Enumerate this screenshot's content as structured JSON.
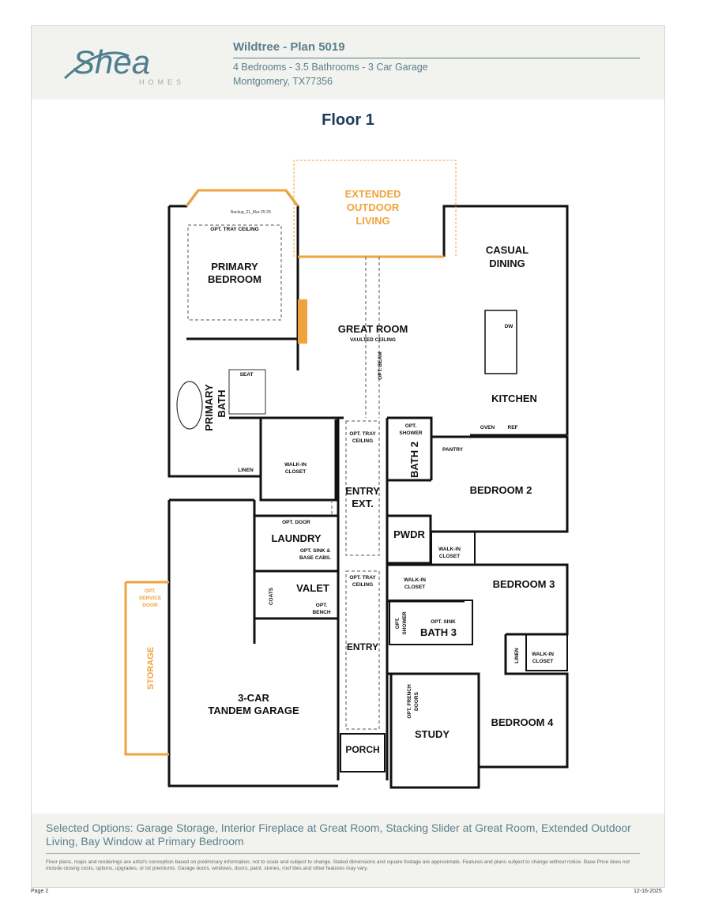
{
  "header": {
    "logo_text": "Shea",
    "logo_sub": "HOMES",
    "plan_name": "Wildtree - Plan 5019",
    "specs": "4 Bedrooms - 3.5 Bathrooms - 3 Car Garage",
    "location": "Montgomery, TX77356"
  },
  "floor_title": "Floor 1",
  "rooms": {
    "extended_outdoor": [
      "EXTENDED",
      "OUTDOOR",
      "LIVING"
    ],
    "casual_dining": [
      "CASUAL",
      "DINING"
    ],
    "primary_bedroom": [
      "PRIMARY",
      "BEDROOM"
    ],
    "opt_tray_ceiling_primary": "OPT. TRAY CEILING",
    "backup_note": "Backup_21_Mar-25-25",
    "great_room": "GREAT ROOM",
    "vaulted_ceiling": "VAULTED CEILING",
    "opt_beam": "OPT. BEAM",
    "dw": "DW",
    "kitchen": "KITCHEN",
    "seat": "SEAT",
    "primary_bath": [
      "PRIMARY",
      "BATH"
    ],
    "oven": "OVEN",
    "ref": "REF",
    "pantry": "PANTRY",
    "opt_tray_ceiling_entry_ext": [
      "OPT. TRAY",
      "CEILING"
    ],
    "opt_shower_bath2": [
      "OPT.",
      "SHOWER"
    ],
    "bath2": "BATH 2",
    "linen_primary": "LINEN",
    "walkin_closet_primary": [
      "WALK-IN",
      "CLOSET"
    ],
    "entry_ext": [
      "ENTRY",
      "EXT."
    ],
    "bedroom2": "BEDROOM 2",
    "opt_door": "OPT. DOOR",
    "laundry": "LAUNDRY",
    "opt_sink_base": [
      "OPT. SINK &",
      "BASE CABS."
    ],
    "pwdr": "PWDR",
    "walkin_closet_bed2": [
      "WALK-IN",
      "CLOSET"
    ],
    "opt_service_door": [
      "OPT.",
      "SERVICE",
      "DOOR"
    ],
    "opt_tray_ceiling_entry": [
      "OPT. TRAY",
      "CEILING"
    ],
    "walkin_closet_bed3": [
      "WALK-IN",
      "CLOSET"
    ],
    "bedroom3": "BEDROOM 3",
    "coats": "COATS",
    "valet": "VALET",
    "opt_bench": [
      "OPT.",
      "BENCH"
    ],
    "opt_shower_bath3": [
      "OPT.",
      "SHOWER"
    ],
    "opt_sink_bath3": "OPT. SINK",
    "bath3": "BATH 3",
    "entry": "ENTRY",
    "storage": "STORAGE",
    "linen_hall": "LINEN",
    "walkin_closet_bed4": [
      "WALK-IN",
      "CLOSET"
    ],
    "garage": [
      "3-CAR",
      "TANDEM GARAGE"
    ],
    "opt_french_doors": [
      "OPT. FRENCH",
      "DOORS"
    ],
    "study": "STUDY",
    "bedroom4": "BEDROOM 4",
    "porch": "PORCH"
  },
  "footer": {
    "selected_options": "Selected Options: Garage Storage, Interior Fireplace at Great Room, Stacking Slider at Great Room, Extended Outdoor Living, Bay Window at Primary Bedroom",
    "disclaimer": "Floor plans, maps and renderings are artist's conception based on preliminary information, not to scale and subject to change. Stated dimensions and square footage are approximate. Features and plans subject to change without notice. Base Price does not include closing costs, options, upgrades, or lot premiums. Garage doors, windows, doors, paint, stones, roof tiles and other features may vary.",
    "page": "Page 2",
    "date": "12-16-2025"
  },
  "colors": {
    "accent_orange": "#f0a33c",
    "header_teal": "#5b7e8c",
    "title_navy": "#1e3a5a",
    "wall": "#111111"
  }
}
